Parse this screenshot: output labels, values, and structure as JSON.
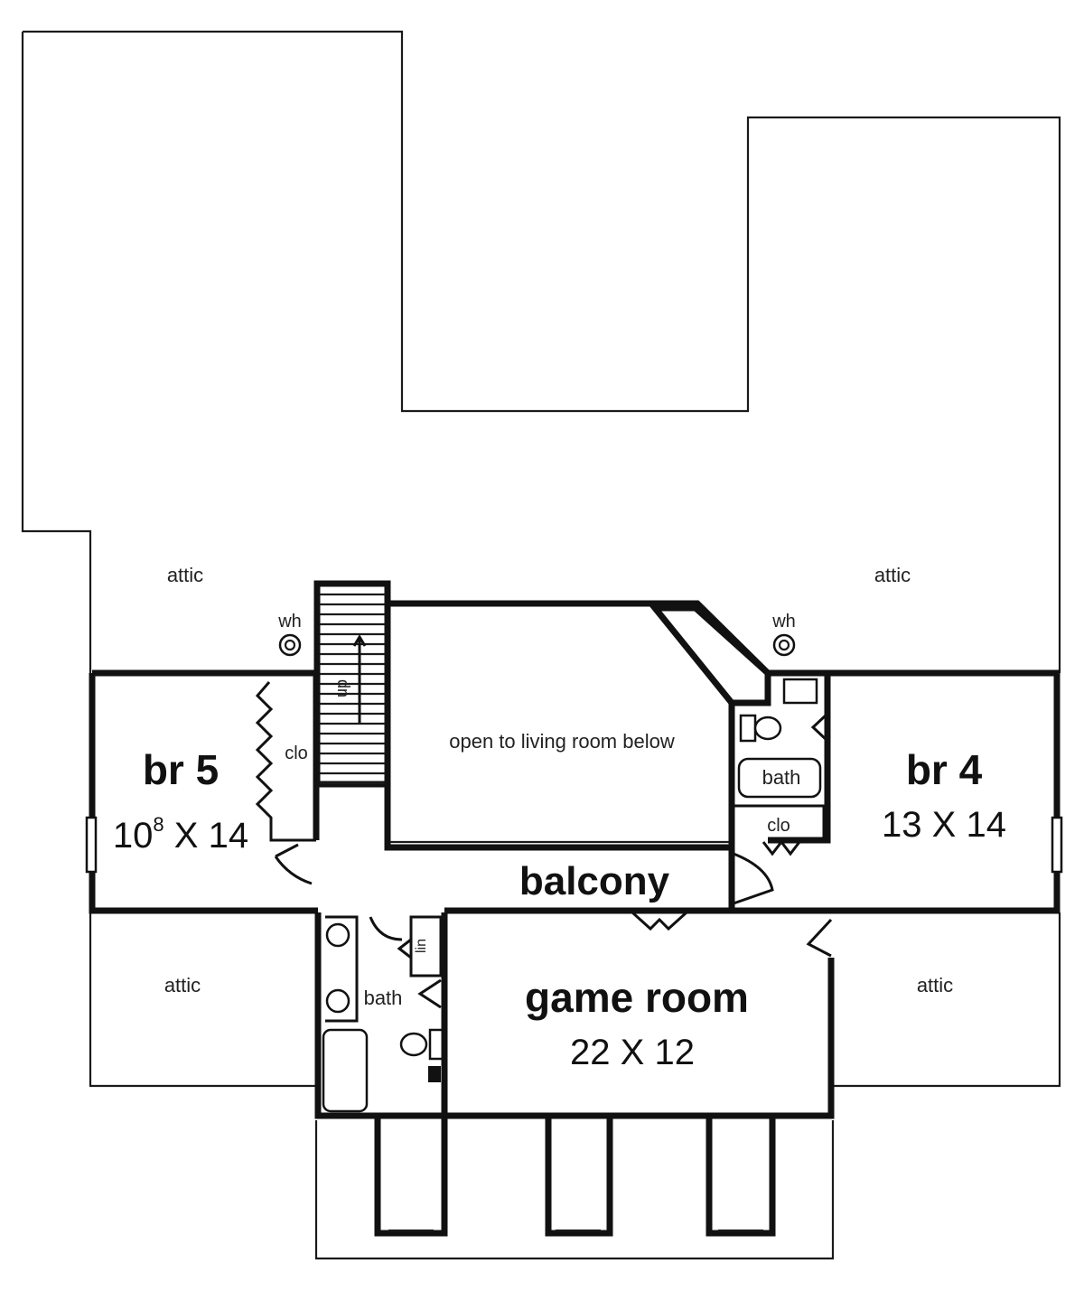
{
  "labels": {
    "attic_nw": "attic",
    "attic_ne": "attic",
    "attic_sw": "attic",
    "attic_se": "attic",
    "wh_left": "wh",
    "wh_right": "wh",
    "up": "up",
    "open_to_living": "open to living room below",
    "br5_name": "br 5",
    "br5_dim_a": "10",
    "br5_dim_sup": "8",
    "br5_dim_b": " X 14",
    "clo_left": "clo",
    "br4_name": "br 4",
    "br4_dim": "13 X 14",
    "bath_right": "bath",
    "clo_right": "clo",
    "balcony": "balcony",
    "lin": "lin",
    "bath_lower": "bath",
    "game_room_name": "game room",
    "game_room_dim": "22 X 12"
  }
}
